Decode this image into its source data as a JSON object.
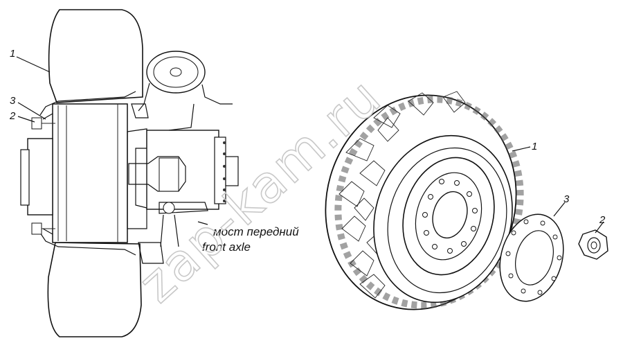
{
  "labels": {
    "left_1": "1",
    "left_2": "2",
    "left_3": "3",
    "right_1": "1",
    "right_2": "2",
    "right_3": "3"
  },
  "caption": {
    "ru": "мост передний",
    "en": "front axle"
  },
  "watermark": "zap-kam.ru"
}
